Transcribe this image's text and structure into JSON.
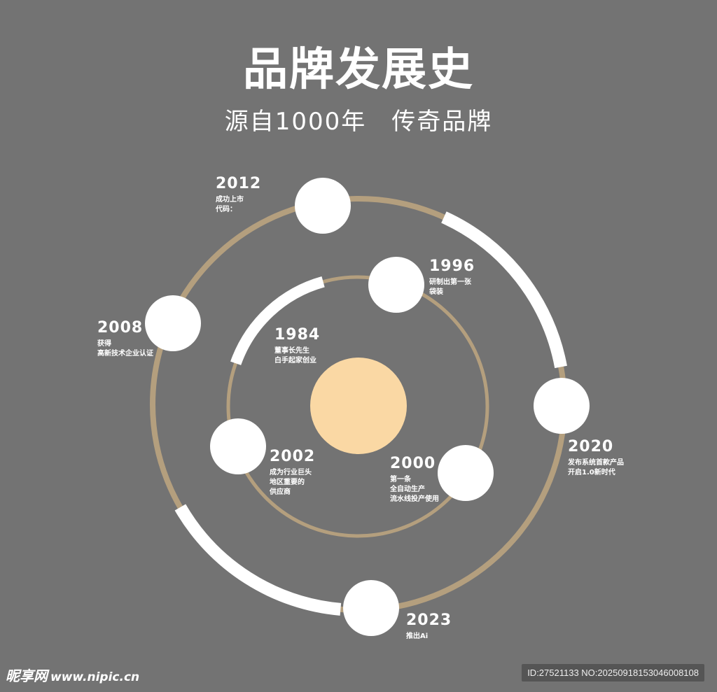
{
  "title": "品牌发展史",
  "subtitle": "源自1000年　传奇品牌",
  "colors": {
    "background": "#737373",
    "ring": "#b49f7e",
    "sun": "#fad8a4",
    "node": "#ffffff"
  },
  "events": [
    {
      "year": "2012",
      "desc": "成功上市\n代码："
    },
    {
      "year": "1996",
      "desc": "研制出第一张\n袋装"
    },
    {
      "year": "2008",
      "desc": "获得\n高新技术企业认证"
    },
    {
      "year": "1984",
      "desc": "董事长先生\n白手起家创业"
    },
    {
      "year": "2020",
      "desc": "发布系统首款产品\n开启1.0新时代"
    },
    {
      "year": "2002",
      "desc": "成为行业巨头\n地区重要的\n供应商"
    },
    {
      "year": "2000",
      "desc": "第一条\n全自动生产\n流水线投产使用"
    },
    {
      "year": "2023",
      "desc": "推出Ai"
    }
  ],
  "watermark": {
    "logo": "昵享网",
    "url": "www.nipic.cn",
    "id": "ID:27521133 NO:20250918153046008108"
  }
}
